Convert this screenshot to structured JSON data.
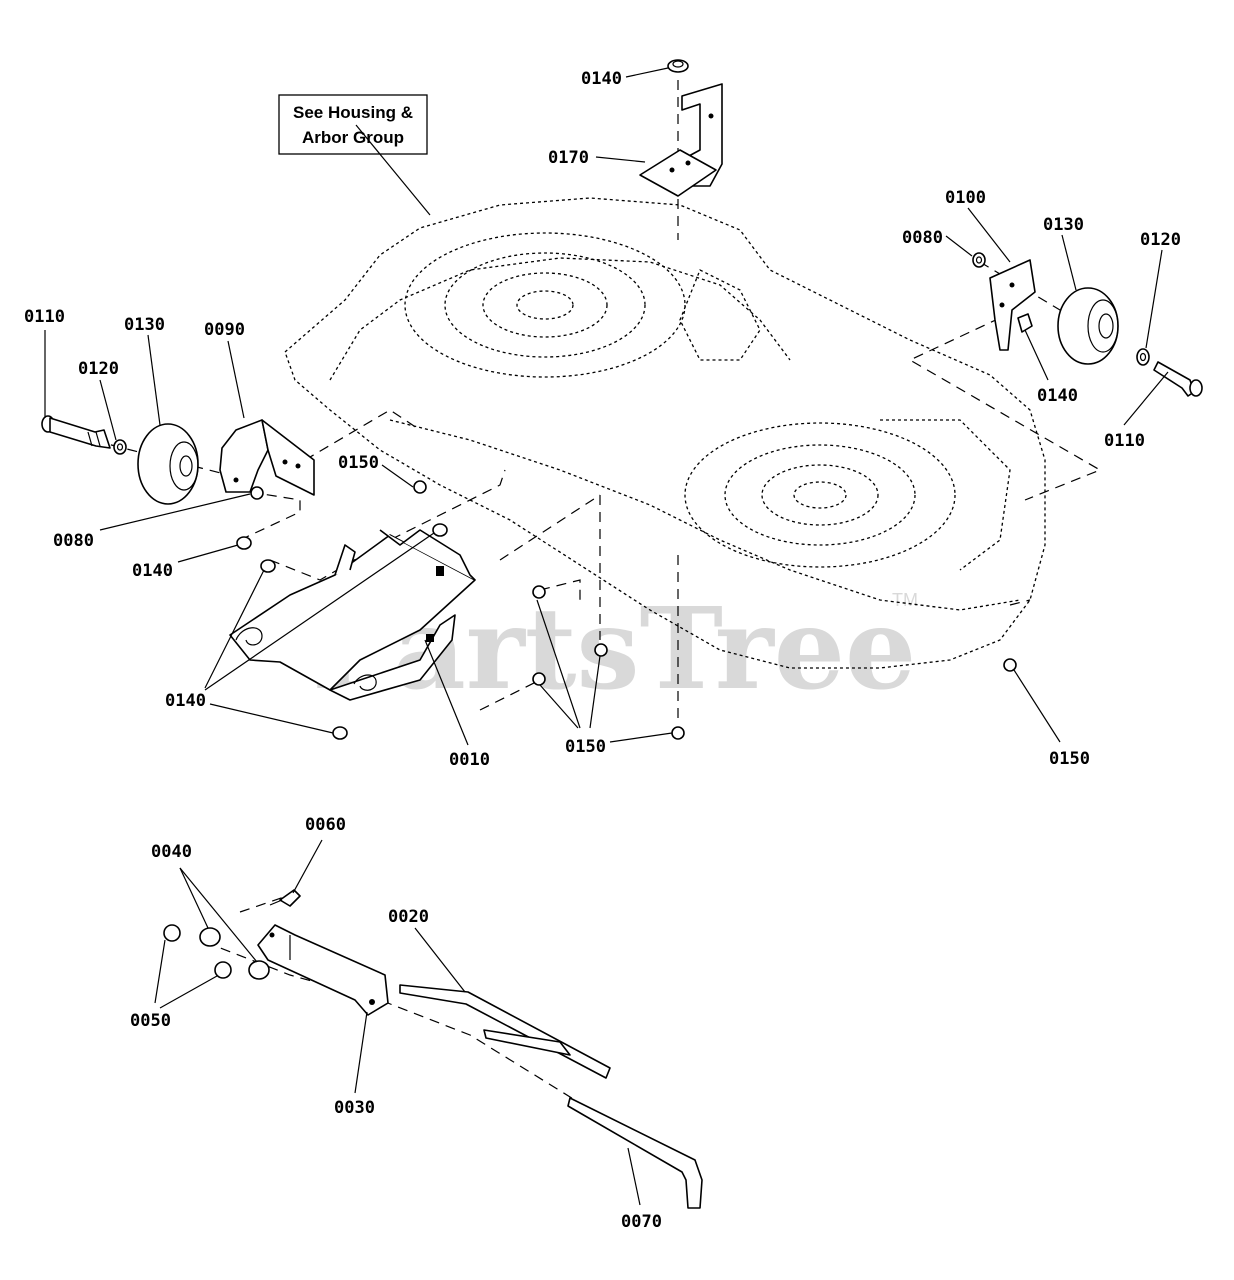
{
  "note": {
    "lines": [
      "See Housing &",
      "Arbor Group"
    ]
  },
  "watermark": {
    "text": "PartsTree",
    "mark": "TM",
    "color": "#d9d9d9"
  },
  "labels": [
    {
      "id": "l0140a",
      "text": "0140"
    },
    {
      "id": "l0170",
      "text": "0170"
    },
    {
      "id": "l0100",
      "text": "0100"
    },
    {
      "id": "l0080a",
      "text": "0080"
    },
    {
      "id": "l0130a",
      "text": "0130"
    },
    {
      "id": "l0120a",
      "text": "0120"
    },
    {
      "id": "l0140b",
      "text": "0140"
    },
    {
      "id": "l0110a",
      "text": "0110"
    },
    {
      "id": "l0110b",
      "text": "0110"
    },
    {
      "id": "l0130b",
      "text": "0130"
    },
    {
      "id": "l0090",
      "text": "0090"
    },
    {
      "id": "l0120b",
      "text": "0120"
    },
    {
      "id": "l0150a",
      "text": "0150"
    },
    {
      "id": "l0080b",
      "text": "0080"
    },
    {
      "id": "l0140c",
      "text": "0140"
    },
    {
      "id": "l0140d",
      "text": "0140"
    },
    {
      "id": "l0010",
      "text": "0010"
    },
    {
      "id": "l0150b",
      "text": "0150"
    },
    {
      "id": "l0150c",
      "text": "0150"
    },
    {
      "id": "l0060",
      "text": "0060"
    },
    {
      "id": "l0040",
      "text": "0040"
    },
    {
      "id": "l0020",
      "text": "0020"
    },
    {
      "id": "l0050",
      "text": "0050"
    },
    {
      "id": "l0030",
      "text": "0030"
    },
    {
      "id": "l0070",
      "text": "0070"
    }
  ]
}
